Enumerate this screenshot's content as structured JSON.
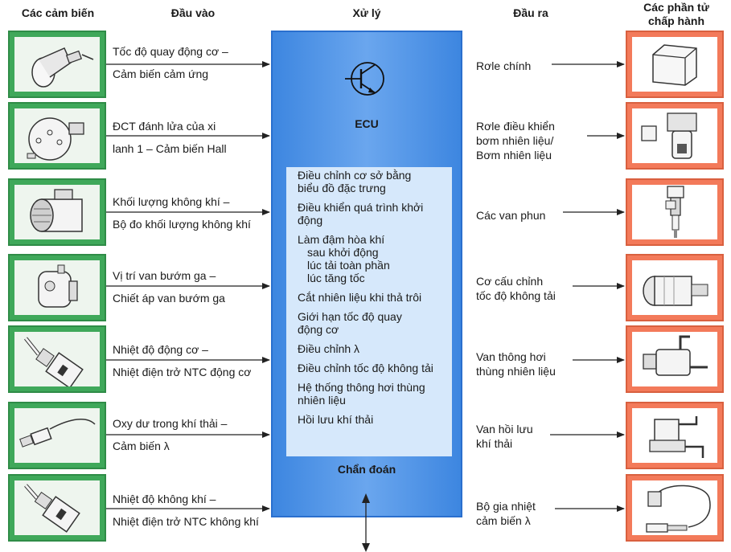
{
  "headers": {
    "sensors": "Các cảm biến",
    "inputs": "Đầu vào",
    "processing": "Xử lý",
    "outputs": "Đầu ra",
    "actuators_line1": "Các phần tử",
    "actuators_line2": "chấp hành"
  },
  "inputs": [
    {
      "icon": "speed-sensor-icon",
      "line1": "Tốc độ quay động cơ –",
      "line2": "Cảm biến cảm ứng"
    },
    {
      "icon": "hall-sensor-icon",
      "line1": "ĐCT đánh lửa của xi",
      "line2": "lanh 1 – Cảm biến Hall"
    },
    {
      "icon": "air-mass-meter-icon",
      "line1": "Khối lượng không khí –",
      "line2": "Bộ đo khối lượng không khí"
    },
    {
      "icon": "throttle-potentiometer-icon",
      "line1": "Vị trí van bướm ga –",
      "line2": "Chiết áp van bướm ga"
    },
    {
      "icon": "coolant-temp-sensor-icon",
      "line1": "Nhiệt độ động cơ –",
      "line2": "Nhiệt điện trở NTC động cơ"
    },
    {
      "icon": "lambda-sensor-icon",
      "line1": "Oxy dư trong khí thải –",
      "line2": "Cảm biến λ"
    },
    {
      "icon": "air-temp-sensor-icon",
      "line1": "Nhiệt độ không khí –",
      "line2": "Nhiệt điện trở NTC không khí"
    }
  ],
  "ecu": {
    "title": "ECU",
    "diagnosis": "Chẩn đoán",
    "functions": [
      {
        "lines": [
          "Điều chỉnh cơ sở bằng",
          "biểu đồ đặc trưng"
        ]
      },
      {
        "lines": [
          "Điều khiển quá trình khởi",
          "động"
        ]
      },
      {
        "lines": [
          "Làm đậm hòa khí"
        ],
        "sub": [
          "sau khởi động",
          "lúc tải toàn phần",
          "lúc tăng tốc"
        ]
      },
      {
        "lines": [
          "Cắt nhiên liệu khi thả trôi"
        ]
      },
      {
        "lines": [
          "Giới hạn tốc độ quay",
          "động cơ"
        ]
      },
      {
        "lines": [
          "Điều chỉnh λ"
        ]
      },
      {
        "lines": [
          "Điều chỉnh tốc độ không tải"
        ]
      },
      {
        "lines": [
          "Hệ thống thông hơi thùng",
          "nhiên liệu"
        ]
      },
      {
        "lines": [
          "Hồi lưu khí thải"
        ]
      }
    ]
  },
  "outputs": [
    {
      "icon": "main-relay-icon",
      "lines": [
        "Rơle chính"
      ]
    },
    {
      "icon": "fuel-pump-relay-icon",
      "lines": [
        "Rơle điều khiển",
        "bơm nhiên liệu/",
        "Bơm nhiên liệu"
      ]
    },
    {
      "icon": "injector-icon",
      "lines": [
        "Các van phun"
      ]
    },
    {
      "icon": "idle-actuator-icon",
      "lines": [
        "Cơ cấu chỉnh",
        "tốc độ không tải"
      ]
    },
    {
      "icon": "tank-vent-valve-icon",
      "lines": [
        "Van thông hơi",
        "thùng nhiên liệu"
      ]
    },
    {
      "icon": "egr-valve-icon",
      "lines": [
        "Van hồi lưu",
        "khí thải"
      ]
    },
    {
      "icon": "lambda-heater-icon",
      "lines": [
        "Bộ gia nhiệt",
        "cảm biến λ"
      ]
    }
  ],
  "colors": {
    "sensor_green": "#3fa85a",
    "actuator_red": "#f37a5a",
    "ecu_blue": "#3d86e0",
    "ecu_panel": "#d6e8fb"
  }
}
